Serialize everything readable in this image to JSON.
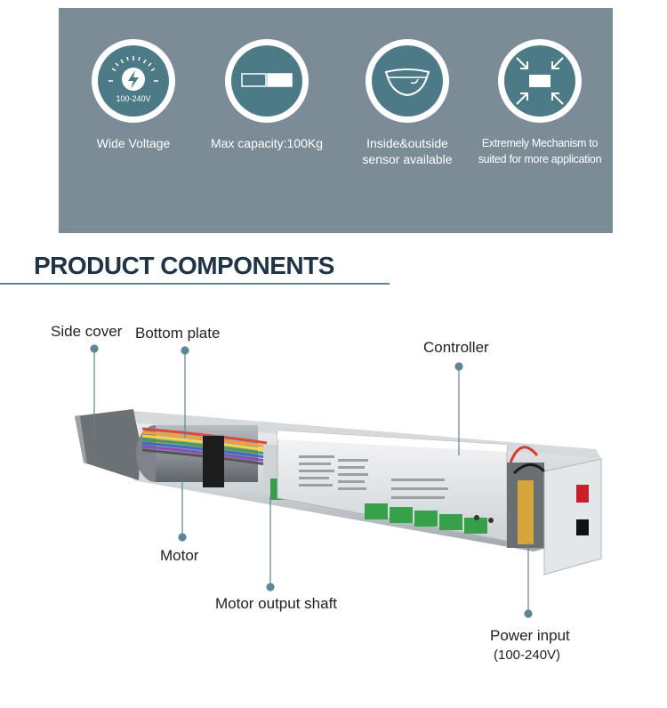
{
  "banner": {
    "features": [
      {
        "icon": "voltage-gauge-icon",
        "label": "Wide Voltage",
        "icon_text": "100-240V"
      },
      {
        "icon": "capacity-bar-icon",
        "label": "Max capacity:100Kg"
      },
      {
        "icon": "sensor-dome-icon",
        "label_line1": "Inside&outside",
        "label_line2": "sensor available"
      },
      {
        "icon": "compress-arrows-icon",
        "label_line1": "Extremely Mechanism to",
        "label_line2": "suited for more application"
      }
    ]
  },
  "section": {
    "title": "PRODUCT COMPONENTS"
  },
  "components": {
    "side_cover": "Side cover",
    "bottom_plate": "Bottom plate",
    "controller": "Controller",
    "motor": "Motor",
    "motor_output_shaft": "Motor output shaft",
    "power_input": "Power input",
    "power_input_range": "(100-240V)"
  },
  "colors": {
    "banner": "#7b8c97",
    "icon_teal": "#4d7a87",
    "heading": "#1f3446",
    "leader": "#5e8696"
  }
}
